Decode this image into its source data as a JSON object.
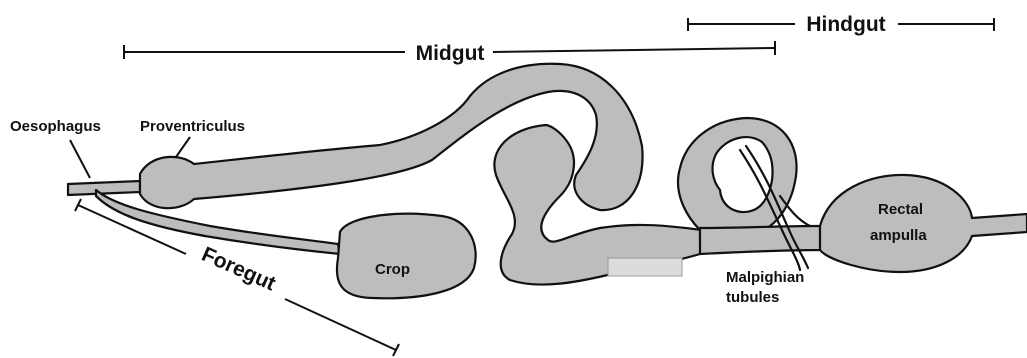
{
  "regions": {
    "foregut": "Foregut",
    "midgut": "Midgut",
    "hindgut": "Hindgut"
  },
  "labels": {
    "oesophagus": "Oesophagus",
    "proventriculus": "Proventriculus",
    "crop": "Crop",
    "malpighian_line1": "Malpighian",
    "malpighian_line2": "tubules",
    "rectal_line1": "Rectal",
    "rectal_line2": "ampulla"
  }
}
